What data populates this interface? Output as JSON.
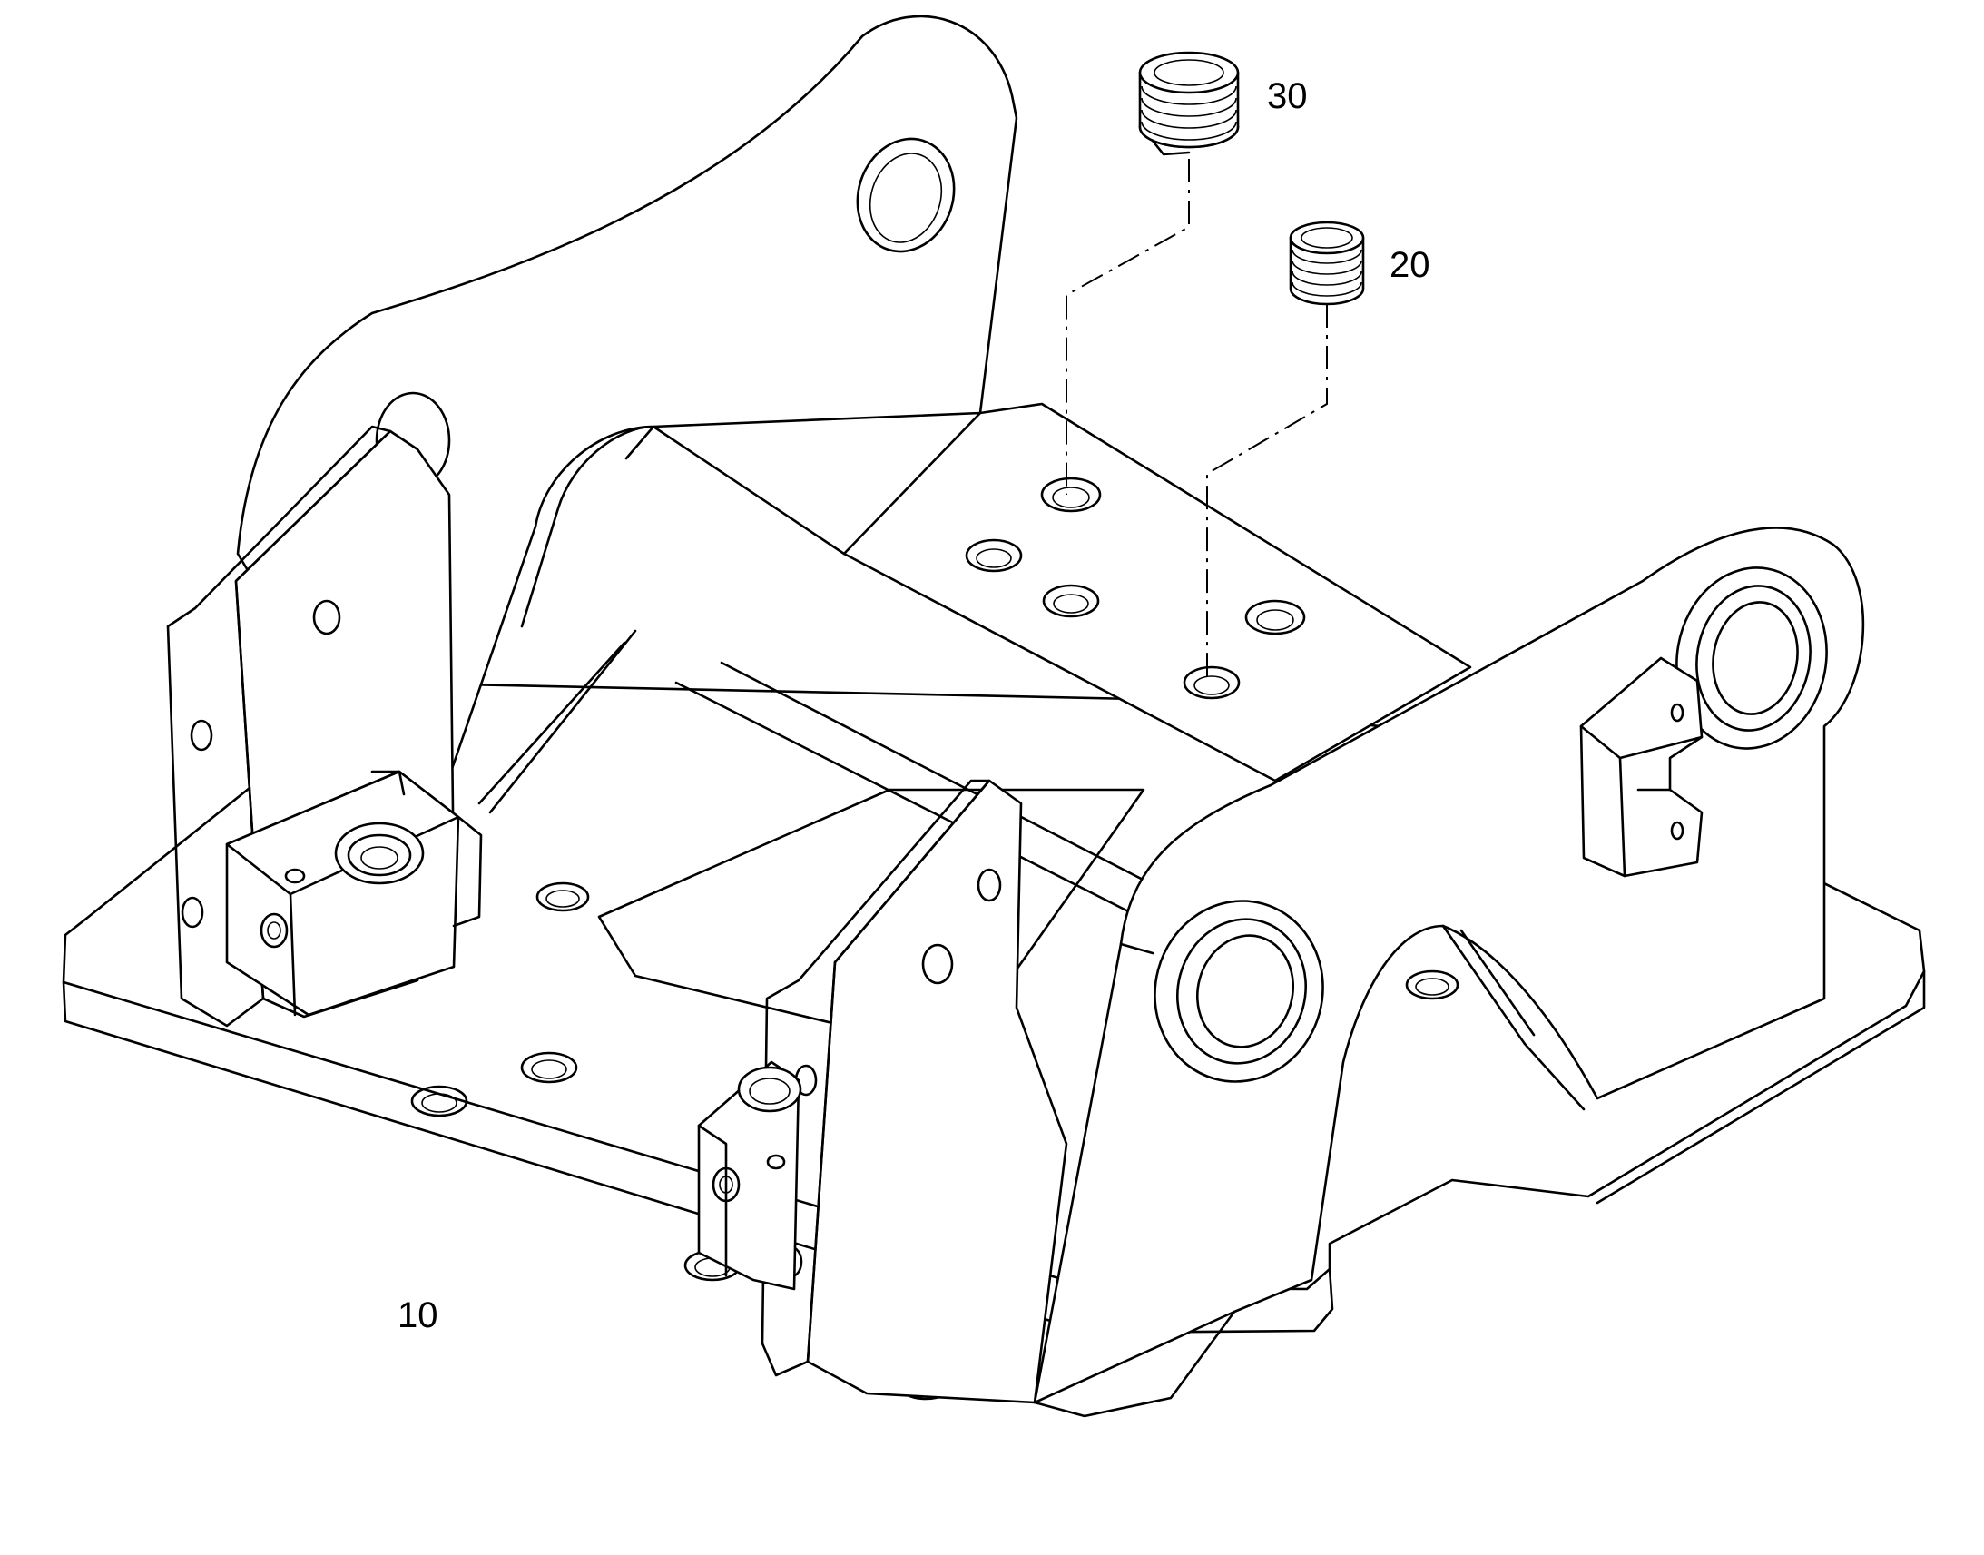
{
  "diagram": {
    "callouts": {
      "part_10": "10",
      "part_20": "20",
      "part_30": "30"
    },
    "colors": {
      "line": "#000000",
      "background": "#ffffff"
    }
  }
}
